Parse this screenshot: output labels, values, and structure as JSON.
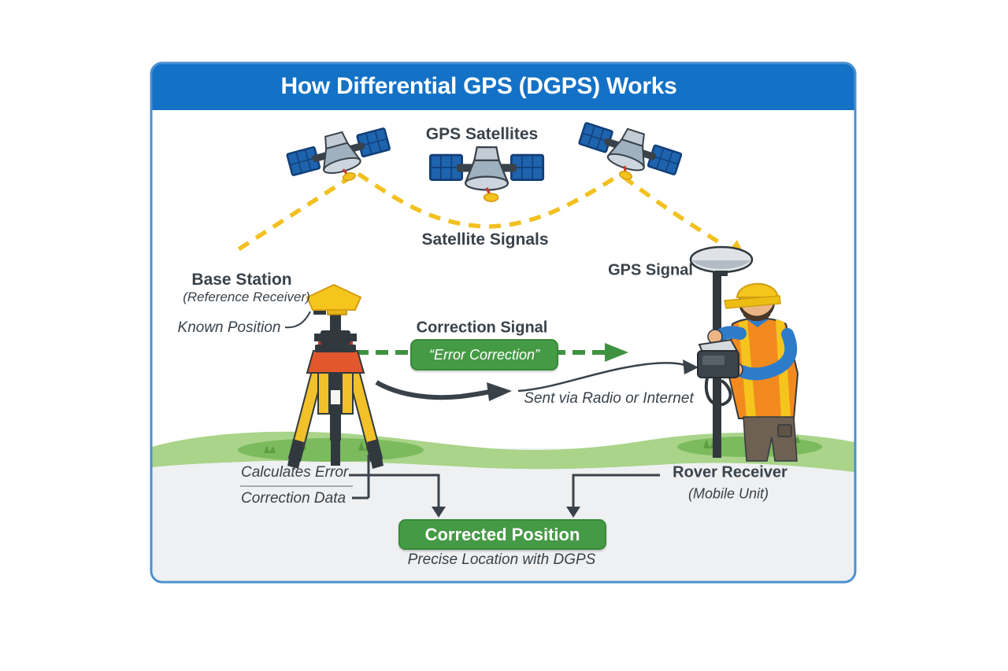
{
  "title": "How Differential GPS (DGPS) Works",
  "labels": {
    "gps_satellites": "GPS Satellites",
    "satellite_signals": "Satellite Signals",
    "base_station": "Base Station",
    "base_station_sub": "(Reference Receiver)",
    "known_position": "Known Position",
    "correction_signal": "Correction Signal",
    "error_correction": "“Error Correction”",
    "gps_signal": "GPS Signal",
    "sent_via": "Sent via Radio or Internet",
    "calculates_error": "Calculates Error",
    "correction_data": "Correction Data",
    "rover_receiver": "Rover Receiver",
    "rover_receiver_sub": "(Mobile Unit)",
    "corrected_position": "Corrected Position",
    "precise_location": "Precise Location with DGPS"
  },
  "icons": {
    "satellite_icon": "three GPS satellites with blue solar panels",
    "satellite_signal_dashes": "yellow dashed signal lines",
    "base_station_tripod_icon": "yellow survey tripod with GPS antenna",
    "surveyor_icon": "worker in safety vest holding rover pole",
    "rover_antenna_icon": "dome GPS antenna on pole",
    "correction_arrow_icon": "green dashed arrow",
    "radio_link_arrow_icon": "dark curved arrow"
  },
  "colors": {
    "blue": "#1371c6",
    "border-blue": "#4a90d0",
    "dark": "#39424a",
    "green": "#459a45",
    "green-dark": "#3a8a3a",
    "green-line": "#3f9142",
    "yellow": "#f2c120",
    "grass": "#a9d48a",
    "grass-dark": "#7cba5e",
    "ground": "#eef0f1"
  }
}
